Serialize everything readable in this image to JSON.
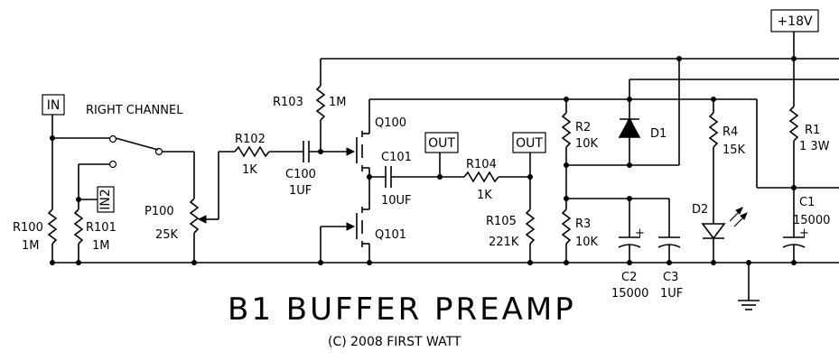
{
  "supply_label": "+18V",
  "input_label": "IN",
  "input2_label": "IN2",
  "channel_label": "RIGHT CHANNEL",
  "out_labels": [
    "OUT",
    "OUT"
  ],
  "title": "B1 BUFFER PREAMP",
  "copyright": "(C) 2008 FIRST WATT",
  "components": {
    "R100": {
      "ref": "R100",
      "value": "1M"
    },
    "R101": {
      "ref": "R101",
      "value": "1M"
    },
    "P100": {
      "ref": "P100",
      "value": "25K"
    },
    "R102": {
      "ref": "R102",
      "value": "1K"
    },
    "C100": {
      "ref": "C100",
      "value": "1UF"
    },
    "R103": {
      "ref": "R103",
      "value": "1M"
    },
    "Q100": {
      "ref": "Q100"
    },
    "Q101": {
      "ref": "Q101"
    },
    "C101": {
      "ref": "C101",
      "value": "10UF"
    },
    "R104": {
      "ref": "R104",
      "value": "1K"
    },
    "R105": {
      "ref": "R105",
      "value": "221K"
    },
    "R2": {
      "ref": "R2",
      "value": "10K"
    },
    "R3": {
      "ref": "R3",
      "value": "10K"
    },
    "D1": {
      "ref": "D1"
    },
    "C2": {
      "ref": "C2",
      "value": "15000"
    },
    "C3": {
      "ref": "C3",
      "value": "1UF"
    },
    "R4": {
      "ref": "R4",
      "value": "15K"
    },
    "D2": {
      "ref": "D2"
    },
    "R1": {
      "ref": "R1",
      "value": "1 3W"
    },
    "C1": {
      "ref": "C1",
      "value": "15000"
    }
  },
  "plus_sign": "+"
}
